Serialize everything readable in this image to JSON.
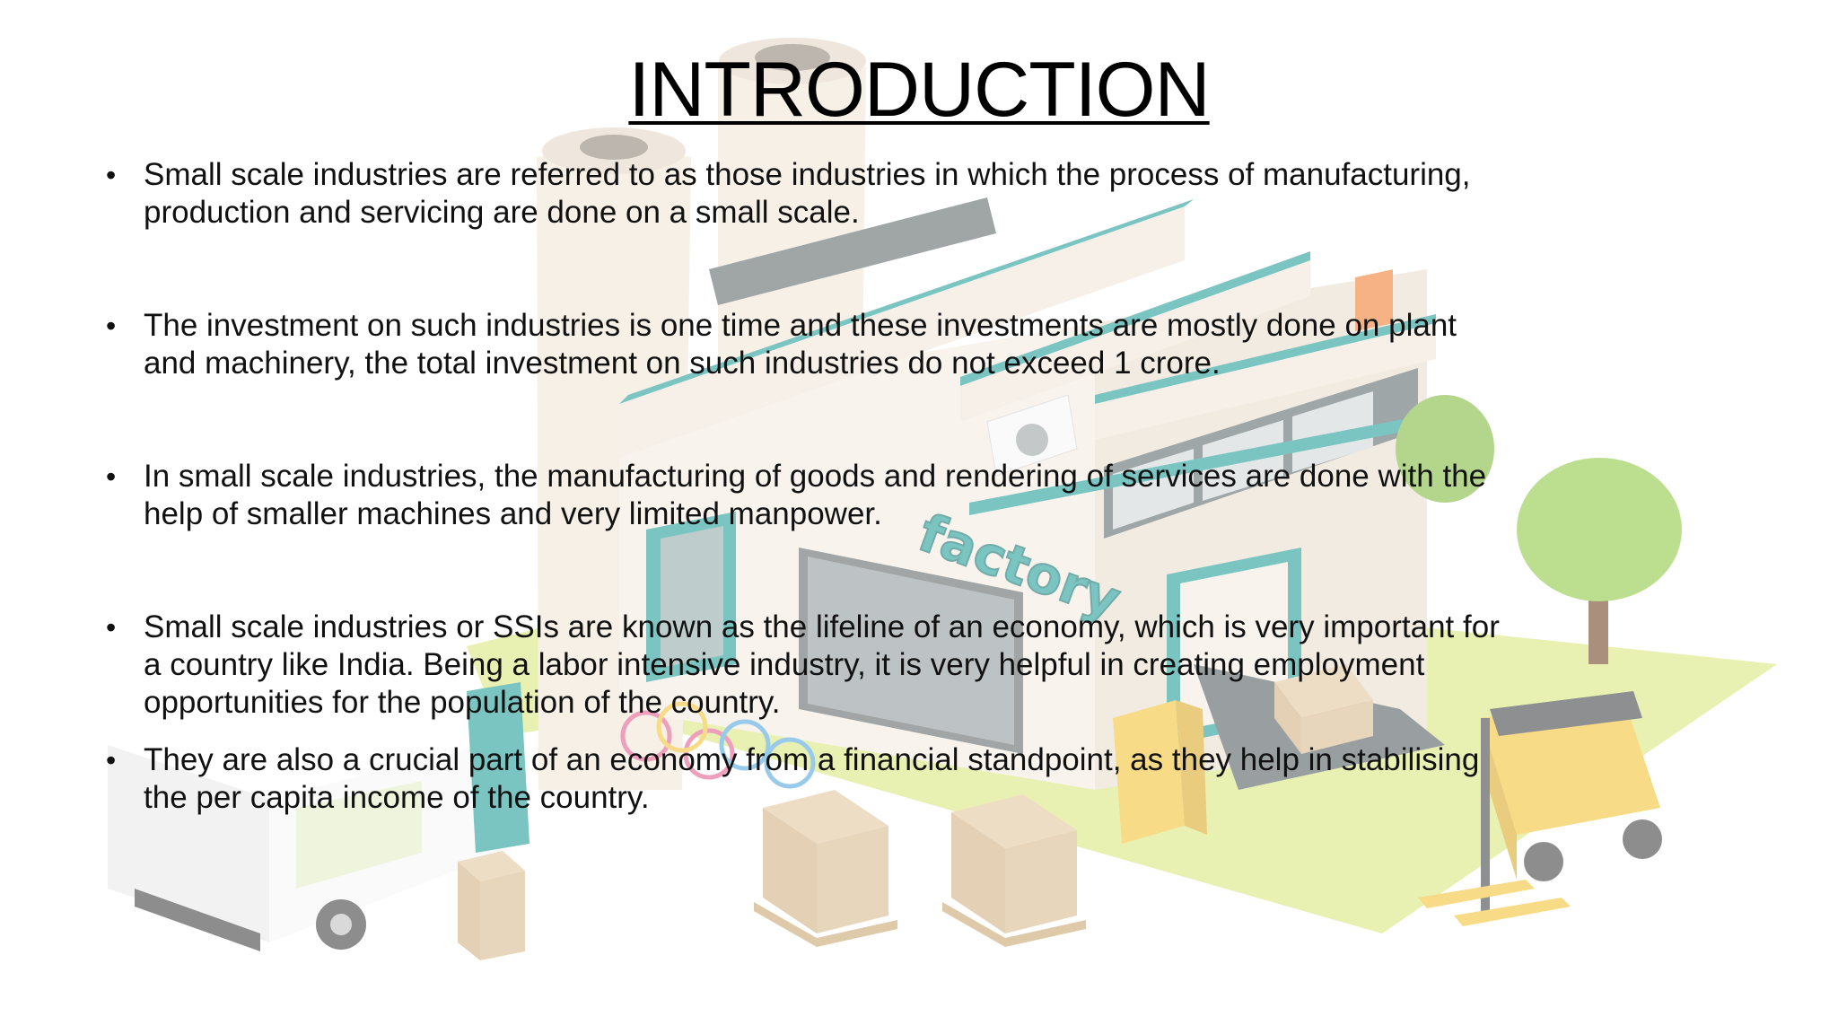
{
  "slide": {
    "title": "INTRODUCTION",
    "bullets": [
      {
        "text": "Small scale industries are referred to as those industries in which the process of manufacturing, production and servicing are done on a small scale."
      },
      {
        "text": "The investment on such industries is one time and these investments are mostly done on plant and machinery, the total investment on such industries do not exceed 1 crore."
      },
      {
        "text": "In small scale industries, the manufacturing of goods and rendering of services are done with the help of smaller machines and very limited manpower."
      },
      {
        "text": "Small scale industries or SSIs are known as the lifeline of an economy, which is very important for a country like India. Being a labor intensive industry, it is very helpful in creating employment opportunities for the population of the country."
      },
      {
        "text": "They are also a crucial part of an economy from a financial standpoint, as they help in stabilising the per capita income of the country."
      }
    ],
    "bullet_glyph": "•"
  },
  "illustration": {
    "factory_sign": "factory"
  },
  "colors": {
    "teal": "#1a9a96",
    "wall": "#efe6da",
    "grass": "#cfe16a",
    "tree": "#7cc23a",
    "box": "#d8b98c",
    "forklift": "#f2c230"
  }
}
